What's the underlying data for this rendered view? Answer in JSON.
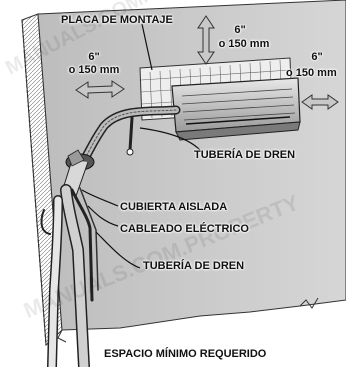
{
  "labels": {
    "mounting_plate": "PLACA DE MONTAJE",
    "clearance_top_in": "6\"",
    "clearance_top_mm": "o 150 mm",
    "clearance_left_in": "6\"",
    "clearance_left_mm": "o 150 mm",
    "clearance_right_in": "6\"",
    "clearance_right_mm": "o 150 mm",
    "drain_pipe_top": "TUBERÍA DE DREN",
    "insulated_cover": "CUBIERTA AISLADA",
    "electrical_wiring": "CABLEADO ELÉCTRICO",
    "drain_pipe_bottom": "TUBERÍA DE DREN",
    "minimum_space": "ESPACIO MÍNIMO REQUERIDO"
  },
  "watermark": "MANUALS.COM.PROPERTY",
  "colors": {
    "line": "#222222",
    "arrow_fill": "#c8c8c8",
    "wall_fill": "#c9c9c9"
  }
}
